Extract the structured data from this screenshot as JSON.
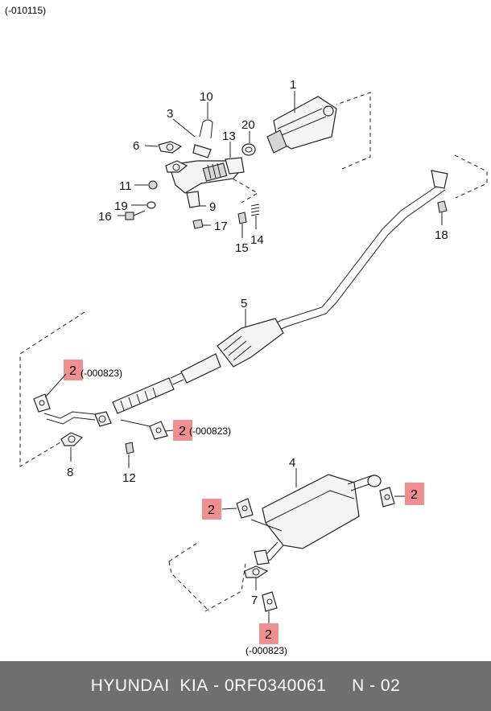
{
  "header_note": "(-010115)",
  "callouts": [
    "1",
    "3",
    "10",
    "20",
    "13",
    "6",
    "11",
    "19",
    "9",
    "16",
    "17",
    "15",
    "14",
    "18",
    "5",
    "8",
    "12",
    "4",
    "7"
  ],
  "highlights": [
    "2",
    "2",
    "2",
    "2",
    "2"
  ],
  "notes": [
    "(-000823)",
    "(-000823)",
    "(-000823)"
  ],
  "footer": {
    "brand": "HYUNDAI  KIA",
    "separator": " - ",
    "part_number": "0RF0340061",
    "page": "N - 02"
  }
}
